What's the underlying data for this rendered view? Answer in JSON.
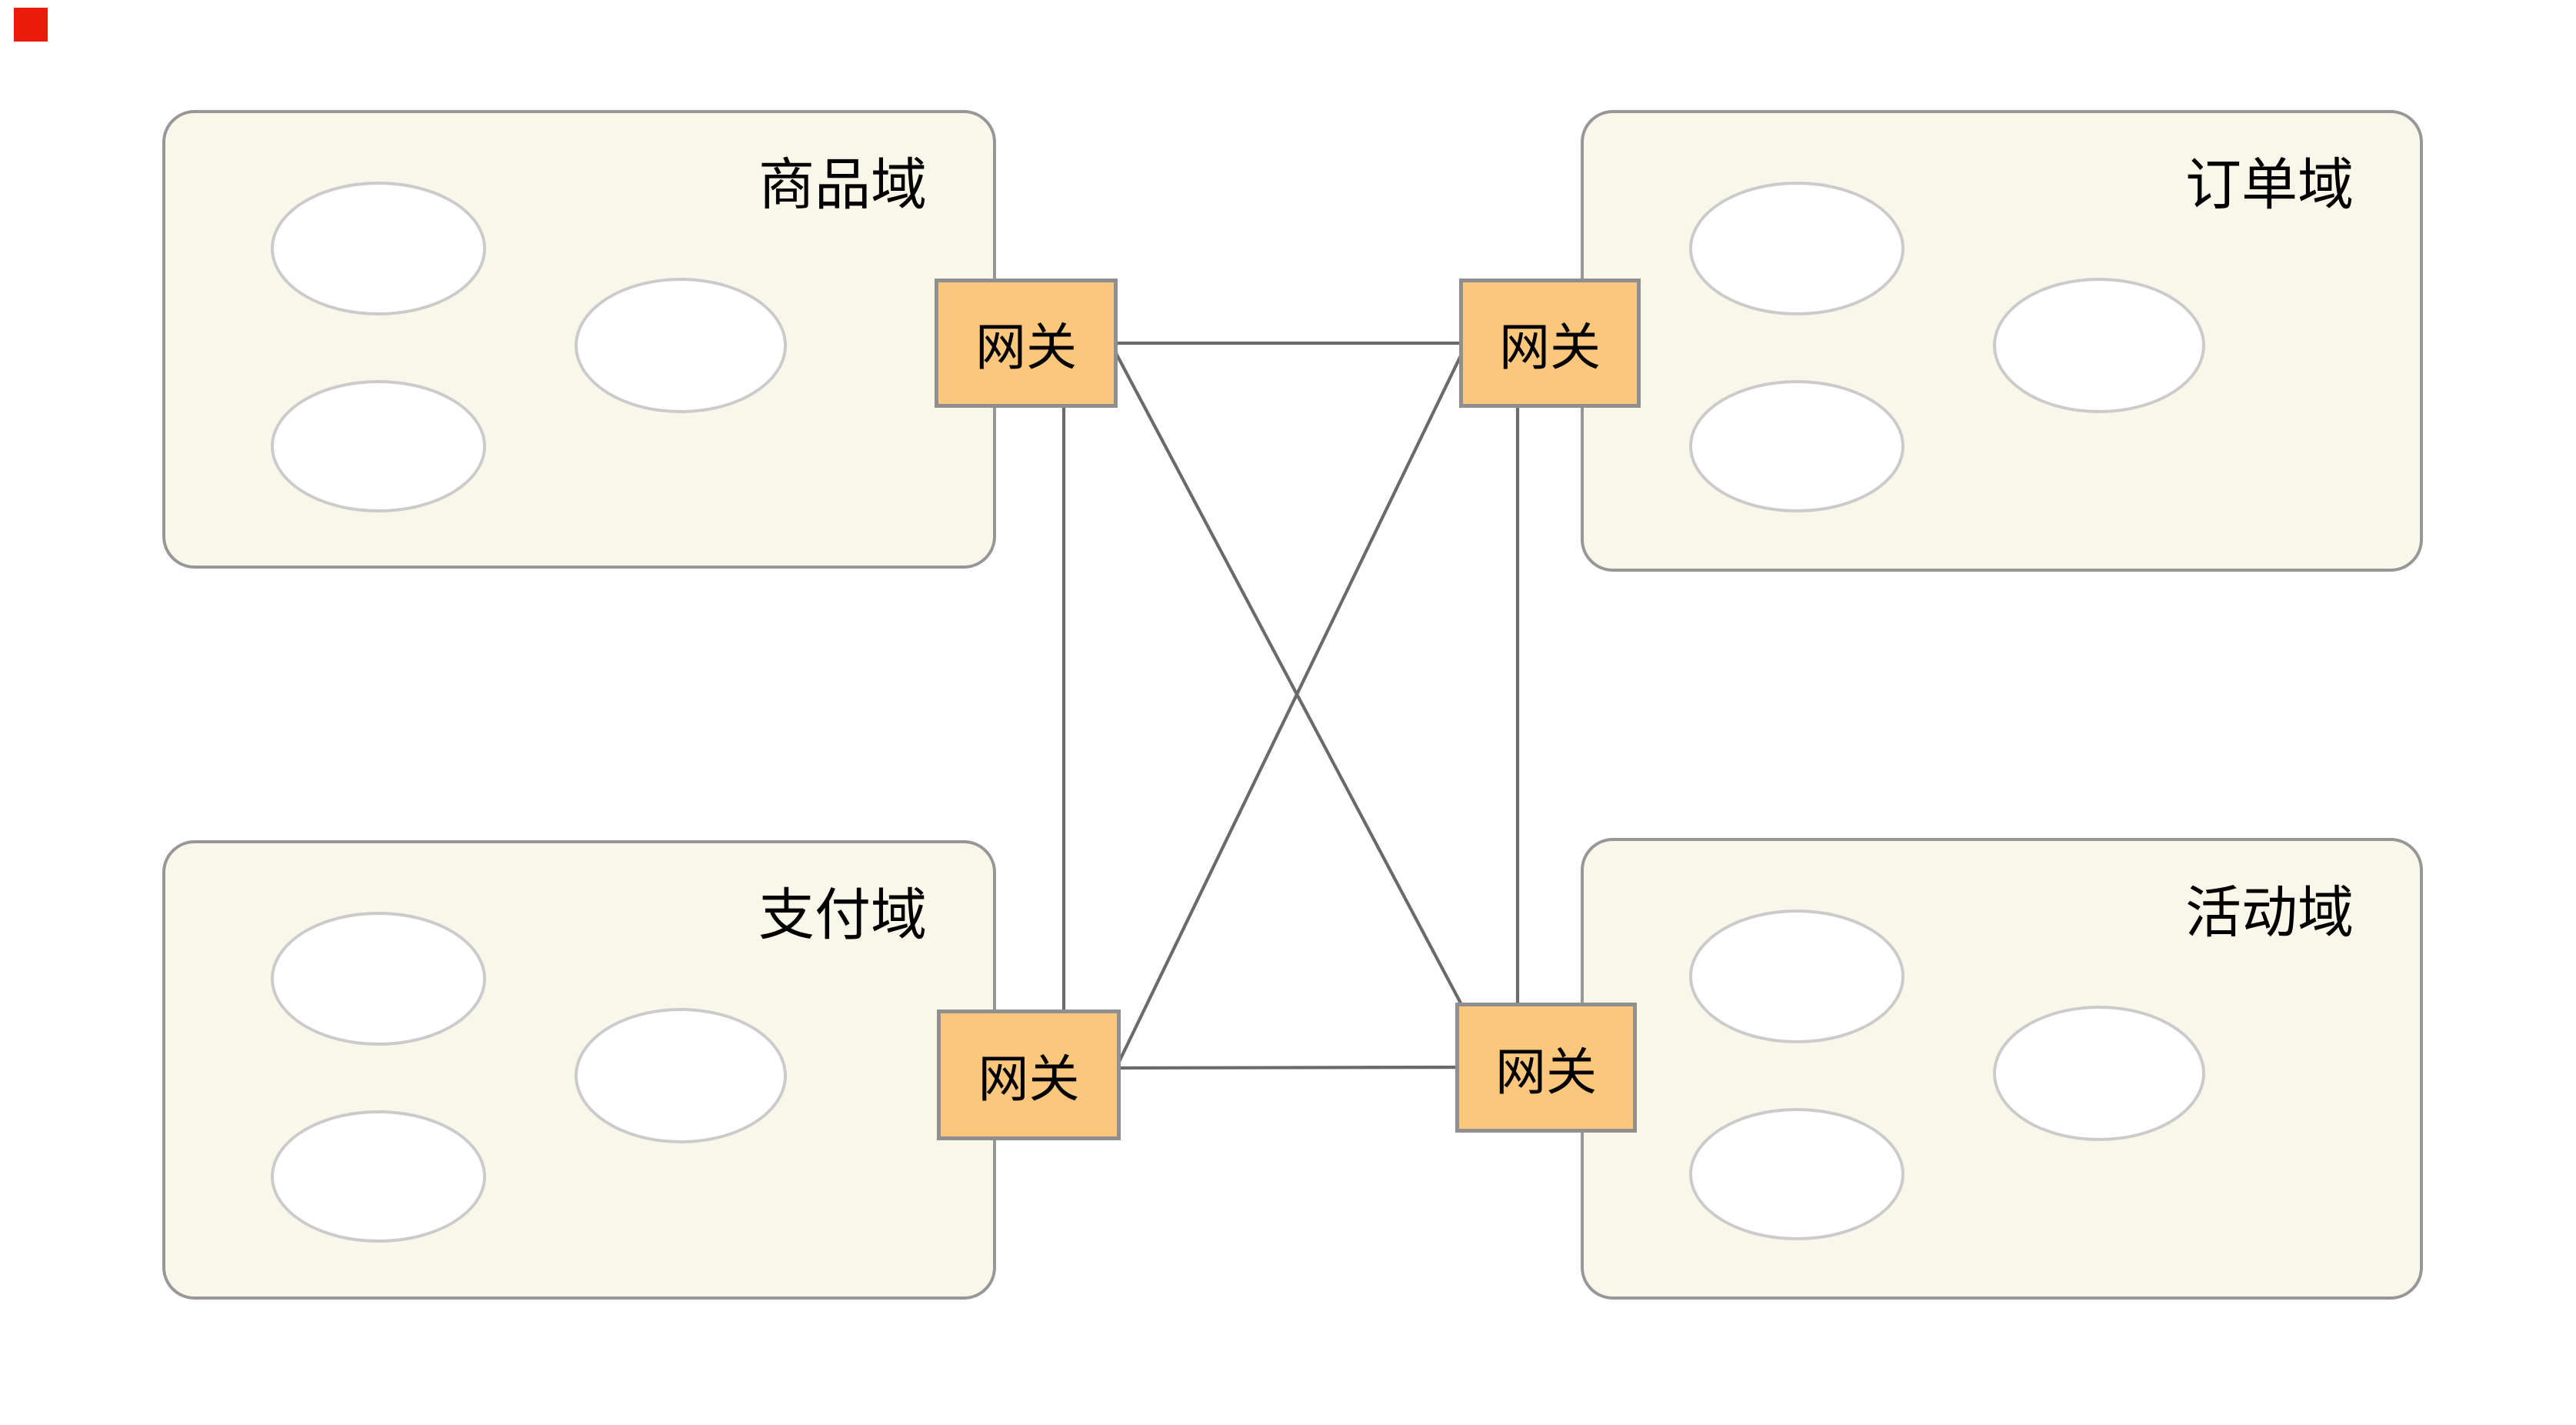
{
  "diagram": {
    "domains": [
      {
        "id": "product",
        "label": "商品域"
      },
      {
        "id": "order",
        "label": "订单域"
      },
      {
        "id": "payment",
        "label": "支付域"
      },
      {
        "id": "activity",
        "label": "活动域"
      }
    ],
    "gateways": [
      {
        "id": "gateway-product",
        "label": "网关"
      },
      {
        "id": "gateway-order",
        "label": "网关"
      },
      {
        "id": "gateway-payment",
        "label": "网关"
      },
      {
        "id": "gateway-activity",
        "label": "网关"
      }
    ],
    "connections": [
      "gateway-product - gateway-order",
      "gateway-payment - gateway-activity",
      "gateway-product - gateway-payment",
      "gateway-order - gateway-activity",
      "gateway-product - gateway-activity",
      "gateway-order - gateway-payment"
    ],
    "colors": {
      "domain-fill": "#F9F7EA",
      "domain-stroke": "#979797",
      "gateway-fill": "#FBC77D",
      "gateway-stroke": "#8F8F8F",
      "ellipse-fill": "#FFFFFF",
      "ellipse-stroke": "#CBCBCB",
      "connector": "#6A6A6A",
      "marker-red": "#EC1C0D",
      "text": "#000000"
    }
  }
}
